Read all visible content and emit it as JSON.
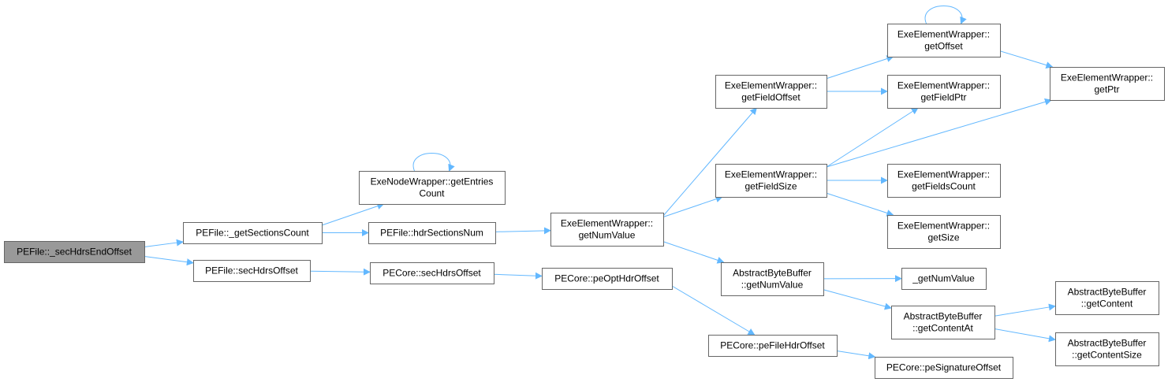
{
  "diagram": {
    "type": "call-graph",
    "edge_color": "#63b8ff",
    "root_fill": "#999999",
    "node_fill": "#ffffff",
    "node_border": "#666666",
    "nodes": [
      {
        "id": "root",
        "lines": [
          "PEFile::_secHdrsEndOffset"
        ],
        "root": true
      },
      {
        "id": "getSectionsCount",
        "lines": [
          "PEFile::_getSectionsCount"
        ]
      },
      {
        "id": "secHdrsOffsetFile",
        "lines": [
          "PEFile::secHdrsOffset"
        ]
      },
      {
        "id": "getEntriesCount",
        "lines": [
          "ExeNodeWrapper::getEntries",
          "Count"
        ]
      },
      {
        "id": "hdrSectionsNum",
        "lines": [
          "PEFile::hdrSectionsNum"
        ]
      },
      {
        "id": "secHdrsOffsetCore",
        "lines": [
          "PECore::secHdrsOffset"
        ]
      },
      {
        "id": "getNumValueEW",
        "lines": [
          "ExeElementWrapper::",
          "getNumValue"
        ]
      },
      {
        "id": "peOptHdrOffset",
        "lines": [
          "PECore::peOptHdrOffset"
        ]
      },
      {
        "id": "getFieldOffset",
        "lines": [
          "ExeElementWrapper::",
          "getFieldOffset"
        ]
      },
      {
        "id": "getFieldSize",
        "lines": [
          "ExeElementWrapper::",
          "getFieldSize"
        ]
      },
      {
        "id": "getNumValueABB",
        "lines": [
          "AbstractByteBuffer",
          "::getNumValue"
        ]
      },
      {
        "id": "peFileHdrOffset",
        "lines": [
          "PECore::peFileHdrOffset"
        ]
      },
      {
        "id": "getOffset",
        "lines": [
          "ExeElementWrapper::",
          "getOffset"
        ]
      },
      {
        "id": "getFieldPtr",
        "lines": [
          "ExeElementWrapper::",
          "getFieldPtr"
        ]
      },
      {
        "id": "getFieldsCount",
        "lines": [
          "ExeElementWrapper::",
          "getFieldsCount"
        ]
      },
      {
        "id": "getSize",
        "lines": [
          "ExeElementWrapper::",
          "getSize"
        ]
      },
      {
        "id": "underscoreGetNumValue",
        "lines": [
          "_getNumValue"
        ]
      },
      {
        "id": "getContentAt",
        "lines": [
          "AbstractByteBuffer",
          "::getContentAt"
        ]
      },
      {
        "id": "peSignatureOffset",
        "lines": [
          "PECore::peSignatureOffset"
        ]
      },
      {
        "id": "getPtr",
        "lines": [
          "ExeElementWrapper::",
          "getPtr"
        ]
      },
      {
        "id": "getContent",
        "lines": [
          "AbstractByteBuffer",
          "::getContent"
        ]
      },
      {
        "id": "getContentSize",
        "lines": [
          "AbstractByteBuffer",
          "::getContentSize"
        ]
      }
    ],
    "edges": [
      {
        "from": "root",
        "to": "getSectionsCount"
      },
      {
        "from": "root",
        "to": "secHdrsOffsetFile"
      },
      {
        "from": "getSectionsCount",
        "to": "getEntriesCount"
      },
      {
        "from": "getSectionsCount",
        "to": "hdrSectionsNum"
      },
      {
        "from": "getEntriesCount",
        "to": "getEntriesCount"
      },
      {
        "from": "hdrSectionsNum",
        "to": "getNumValueEW"
      },
      {
        "from": "secHdrsOffsetFile",
        "to": "secHdrsOffsetCore"
      },
      {
        "from": "secHdrsOffsetCore",
        "to": "peOptHdrOffset"
      },
      {
        "from": "peOptHdrOffset",
        "to": "peFileHdrOffset"
      },
      {
        "from": "peFileHdrOffset",
        "to": "peSignatureOffset"
      },
      {
        "from": "getNumValueEW",
        "to": "getFieldOffset"
      },
      {
        "from": "getNumValueEW",
        "to": "getFieldSize"
      },
      {
        "from": "getNumValueEW",
        "to": "getNumValueABB"
      },
      {
        "from": "getFieldOffset",
        "to": "getOffset"
      },
      {
        "from": "getFieldOffset",
        "to": "getFieldPtr"
      },
      {
        "from": "getOffset",
        "to": "getOffset"
      },
      {
        "from": "getOffset",
        "to": "getPtr"
      },
      {
        "from": "getFieldSize",
        "to": "getFieldPtr"
      },
      {
        "from": "getFieldSize",
        "to": "getPtr"
      },
      {
        "from": "getFieldSize",
        "to": "getFieldsCount"
      },
      {
        "from": "getFieldSize",
        "to": "getSize"
      },
      {
        "from": "getNumValueABB",
        "to": "underscoreGetNumValue"
      },
      {
        "from": "getNumValueABB",
        "to": "getContentAt"
      },
      {
        "from": "getContentAt",
        "to": "getContent"
      },
      {
        "from": "getContentAt",
        "to": "getContentSize"
      }
    ]
  }
}
